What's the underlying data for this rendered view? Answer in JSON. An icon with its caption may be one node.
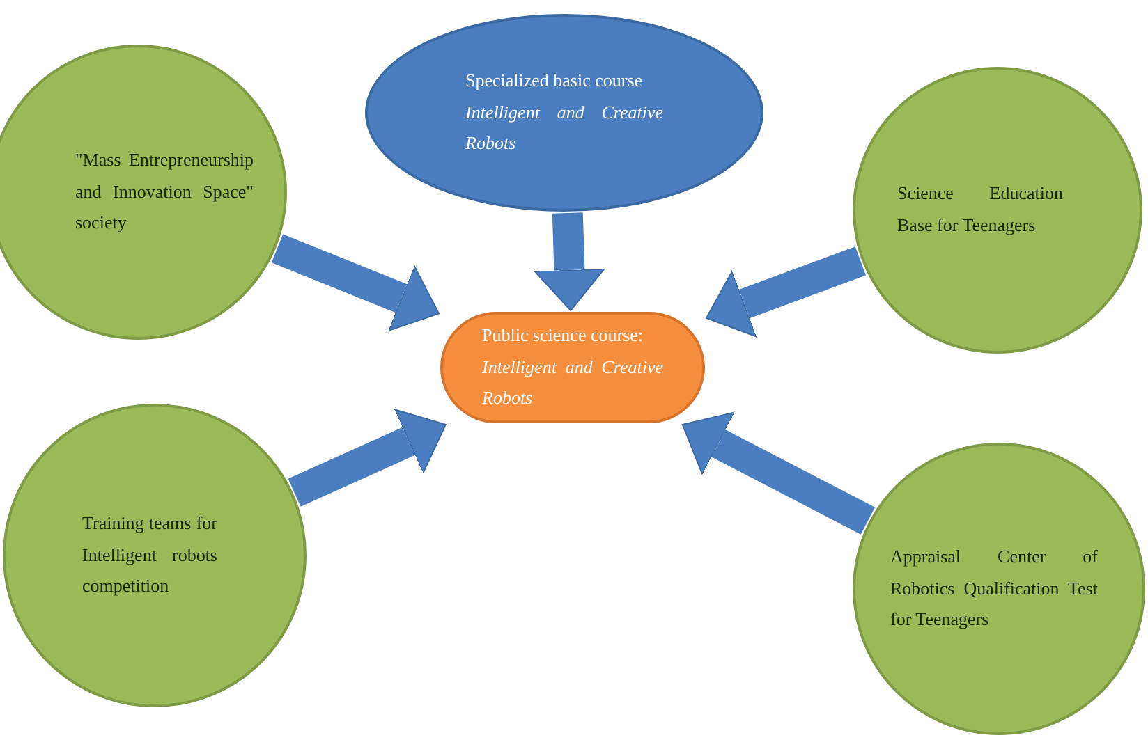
{
  "diagram": {
    "nodes": [
      {
        "text": [
          "Specialized basic course",
          "Intelligent and Creative Robots"
        ]
      },
      {
        "text": [
          "\"Mass Entrepreneurship and Innovation Space\" society"
        ]
      },
      {
        "text": [
          "Science Education Base for Teenagers"
        ]
      },
      {
        "text": [
          "Public science course:",
          "Intelligent and Creative Robots"
        ]
      },
      {
        "text": [
          "Training teams for Intelligent robots competition"
        ]
      },
      {
        "text": [
          "Appraisal Center of Robotics Qualification Test for Teenagers"
        ]
      }
    ],
    "edges": [
      {
        "from": 0,
        "to": 3,
        "arrow": "to"
      },
      {
        "from": 1,
        "to": 3,
        "arrow": "to"
      },
      {
        "from": 2,
        "to": 3,
        "arrow": "to"
      },
      {
        "from": 4,
        "to": 3,
        "arrow": "to"
      },
      {
        "from": 5,
        "to": 3,
        "arrow": "to"
      }
    ]
  }
}
